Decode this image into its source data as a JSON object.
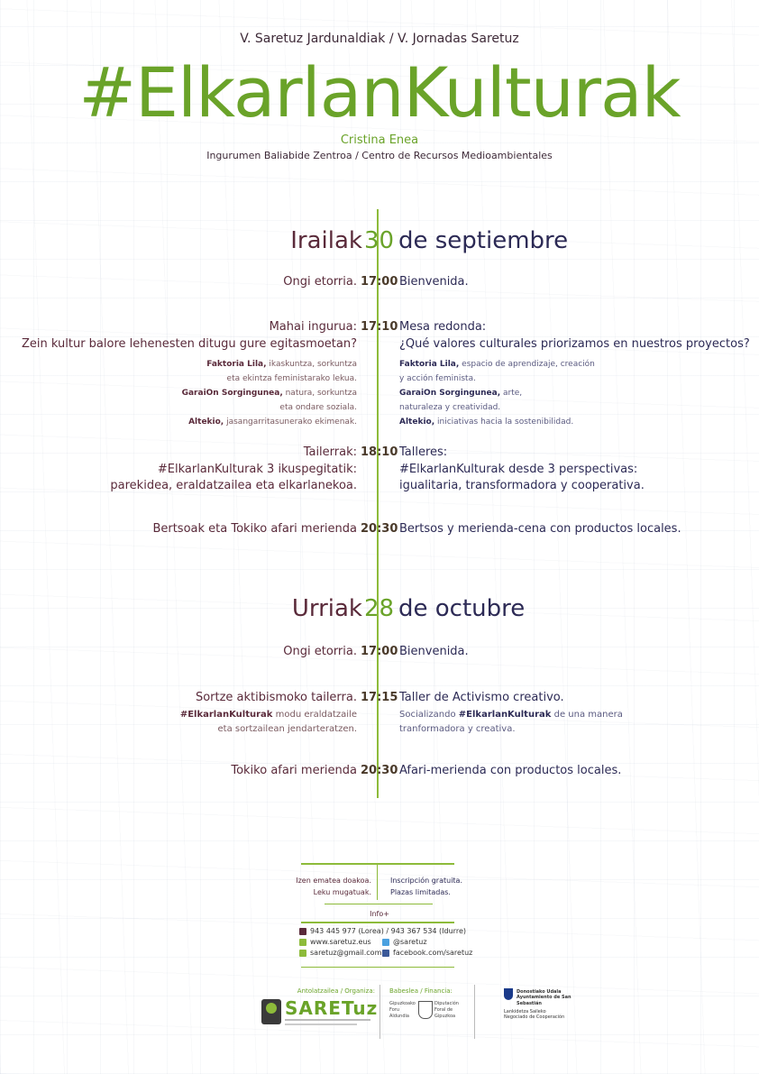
{
  "header": {
    "subtitle": "V. Saretuz Jardunaldiak / V. Jornadas Saretuz",
    "hashtag": "#ElkarlanKulturak",
    "venue": "Cristina Enea",
    "venue_sub": "Ingurumen Baliabide Zentroa / Centro de Recursos Medioambientales"
  },
  "day1": {
    "left": "Irailak",
    "num": "30",
    "right": "de septiembre",
    "items": [
      {
        "left": "Ongi etorria.",
        "time": "17:00",
        "right": "Bienvenida."
      },
      {
        "left": "Mahai ingurua:",
        "time": "17:10",
        "right": "Mesa redonda:",
        "left2": "Zein kultur balore lehenesten ditugu gure egitasmoetan?",
        "right2": "¿Qué valores culturales priorizamos en nuestros proyectos?"
      },
      {
        "left": "Tailerrak:",
        "time": "18:10",
        "right": "Talleres:",
        "left2": "#ElkarlanKulturak 3 ikuspegitatik:",
        "left3": "parekidea, eraldatzailea eta elkarlanekoa.",
        "right2": "#ElkarlanKulturak desde 3 perspectivas:",
        "right3": "igualitaria, transformadora y cooperativa."
      },
      {
        "left": "Bertsoak eta Tokiko afari merienda",
        "time": "20:30",
        "right": "Bertsos y merienda-cena con productos locales."
      }
    ],
    "panel_left": [
      {
        "bold": "Faktoria Lila,",
        "text": " ikaskuntza, sorkuntza"
      },
      {
        "bold": "",
        "text": "eta ekintza feministarako lekua."
      },
      {
        "bold": "GaraiOn Sorgingunea,",
        "text": " natura, sorkuntza"
      },
      {
        "bold": "",
        "text": "eta ondare soziala."
      },
      {
        "bold": "Altekio,",
        "text": " jasangarritasunerako ekimenak."
      }
    ],
    "panel_right": [
      {
        "bold": "Faktoria Lila,",
        "text": " espacio de aprendizaje, creación"
      },
      {
        "bold": "",
        "text": "y acción feminista."
      },
      {
        "bold": "GaraiOn Sorgingunea,",
        "text": " arte,"
      },
      {
        "bold": "",
        "text": "naturaleza y creatividad."
      },
      {
        "bold": "Altekio,",
        "text": " iniciativas hacia la sostenibilidad."
      }
    ]
  },
  "day2": {
    "left": "Urriak",
    "num": "28",
    "right": "de octubre",
    "items": [
      {
        "left": "Ongi etorria.",
        "time": "17:00",
        "right": "Bienvenida."
      },
      {
        "left": "Sortze aktibismoko tailerra.",
        "time": "17:15",
        "right": "Taller de Activismo creativo.",
        "left2_bold": "#ElkarlanKulturak",
        "left2": " modu eraldatzaile",
        "left3": "eta sortzailean jendarteratzen.",
        "right2": "Socializando ",
        "right2_bold": "#ElkarlanKulturak",
        "right2b": " de una manera",
        "right3": "tranformadora y creativa."
      },
      {
        "left": "Tokiko afari merienda",
        "time": "20:30",
        "right": "Afari-merienda con productos locales."
      }
    ]
  },
  "footer": {
    "reg_left1": "Izen ematea doakoa.",
    "reg_left2": "Leku mugatuak.",
    "reg_right1": "Inscripción gratuita.",
    "reg_right2": "Plazas limitadas.",
    "info_label": "Info+",
    "phone": "943 445 977 (Lorea) / 943 367 534 (Idurre)",
    "web": "www.saretuz.eus",
    "twitter": "@saretuz",
    "email": "saretuz@gmail.com",
    "facebook": "facebook.com/saretuz",
    "organiza_label": "Antolatzailea / Organiza:",
    "financia_label": "Babeslea / Financia:",
    "saretuz_logo": "SARETuz",
    "diputacion1": "Gipuzkoako Foru Aldundia",
    "diputacion2": "Diputación Foral de Gipuzkoa",
    "ayto1": "Donostiako Udala",
    "ayto2": "Ayuntamiento de San Sebastián",
    "ayto3": "Lankidetza Saileko",
    "ayto4": "Negociado de Cooperación"
  },
  "colors": {
    "accent": "#6aa329",
    "left_text": "#5a2a3a",
    "right_text": "#2c2a55"
  }
}
